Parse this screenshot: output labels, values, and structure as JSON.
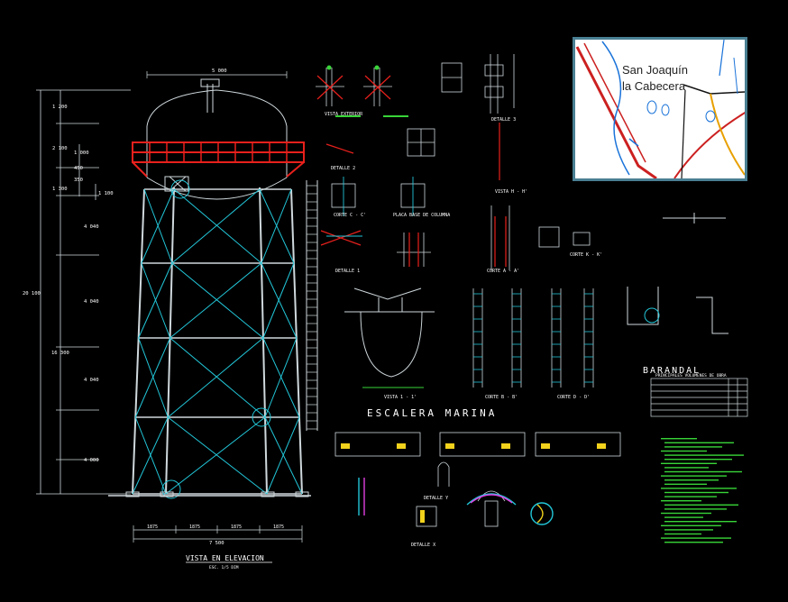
{
  "tower": {
    "top_width": "5 000",
    "heights": [
      "1 200",
      "2 100",
      "1 300",
      "4 040",
      "4 040",
      "4 040",
      "4 000"
    ],
    "ring_heights": [
      "1 000",
      "450",
      "350"
    ],
    "total_height": "20 100",
    "structure_height": "16 300",
    "small_dim": "1 100",
    "bay_widths": [
      "1875",
      "1875",
      "1875",
      "1875"
    ],
    "base_width": "7 500",
    "title": "VISTA EN ELEVACION",
    "subtitle": "ESC. 1/5 DIM"
  },
  "sheet": {
    "escalera_title": "ESCALERA MARINA",
    "barandal_title": "BARANDAL",
    "labels": {
      "detalle2": "DETALLE 2",
      "detalle1": "DETALLE 1",
      "vista11": "VISTA 1 - 1'",
      "placa_base": "PLACA BASE DE COLUMNA",
      "corte_aa": "CORTE A - A'",
      "corte_bb": "CORTE B - B'",
      "corte_cc": "CORTE C - C'",
      "corte_dd": "CORTE D - D'",
      "corte_kk": "CORTE K - K'",
      "vista_hh": "VISTA H - H'",
      "detalle_x": "DETALLE X",
      "detalle_y": "DETALLE Y",
      "detalle3": "DETALLE 3",
      "vista_exterior": "VISTA EXTERIOR"
    }
  },
  "quantities_table": {
    "title": "PRINCIPALES VOLUMENES DE OBRA"
  },
  "inset_map": {
    "place_line1": "San Joaquín",
    "place_line2": "la Cabecera"
  },
  "colors": {
    "background": "#000000",
    "structure": "#cfd8dc",
    "bracing": "#22c6d8",
    "ring_beam": "#e8201c",
    "annotation": "#ffffff",
    "notes": "#38d438",
    "map_frame": "#4a7f93"
  }
}
